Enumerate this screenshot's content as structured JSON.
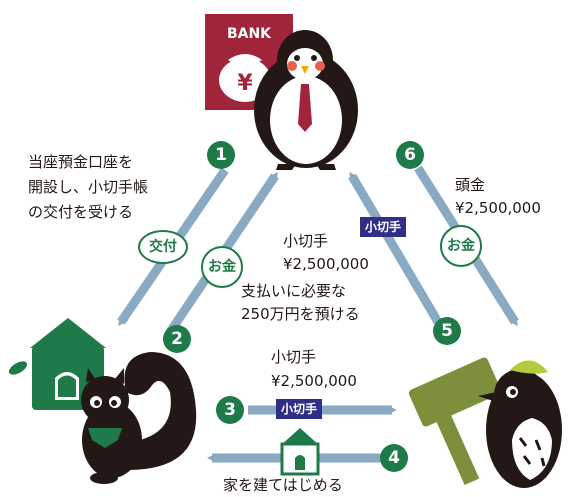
{
  "bank_sign": "BANK",
  "yen_sign": "¥",
  "steps": [
    {
      "n": "1",
      "text_lines": [
        "当座預金口座を",
        "開設し、小切手帳",
        "の交付を受ける"
      ],
      "bubble": "交付"
    },
    {
      "n": "2",
      "text_lines": [
        "支払いに必要な",
        "250万円を預ける"
      ],
      "bubble": "お金"
    },
    {
      "n": "3",
      "text_lines": [
        "小切手",
        "¥2,500,000"
      ],
      "badge": "小切手"
    },
    {
      "n": "4",
      "text": "家を建てはじめる"
    },
    {
      "n": "5",
      "text_lines": [
        "小切手",
        "¥2,500,000"
      ],
      "badge": "小切手"
    },
    {
      "n": "6",
      "text_lines": [
        "頭金",
        "¥2,500,000"
      ],
      "bubble": "お金"
    }
  ],
  "colors": {
    "green": "#1e7a48",
    "arrow": "#8aa9c3",
    "navy": "#2f2f86",
    "bank_red": "#a0243a",
    "black": "#231815"
  }
}
